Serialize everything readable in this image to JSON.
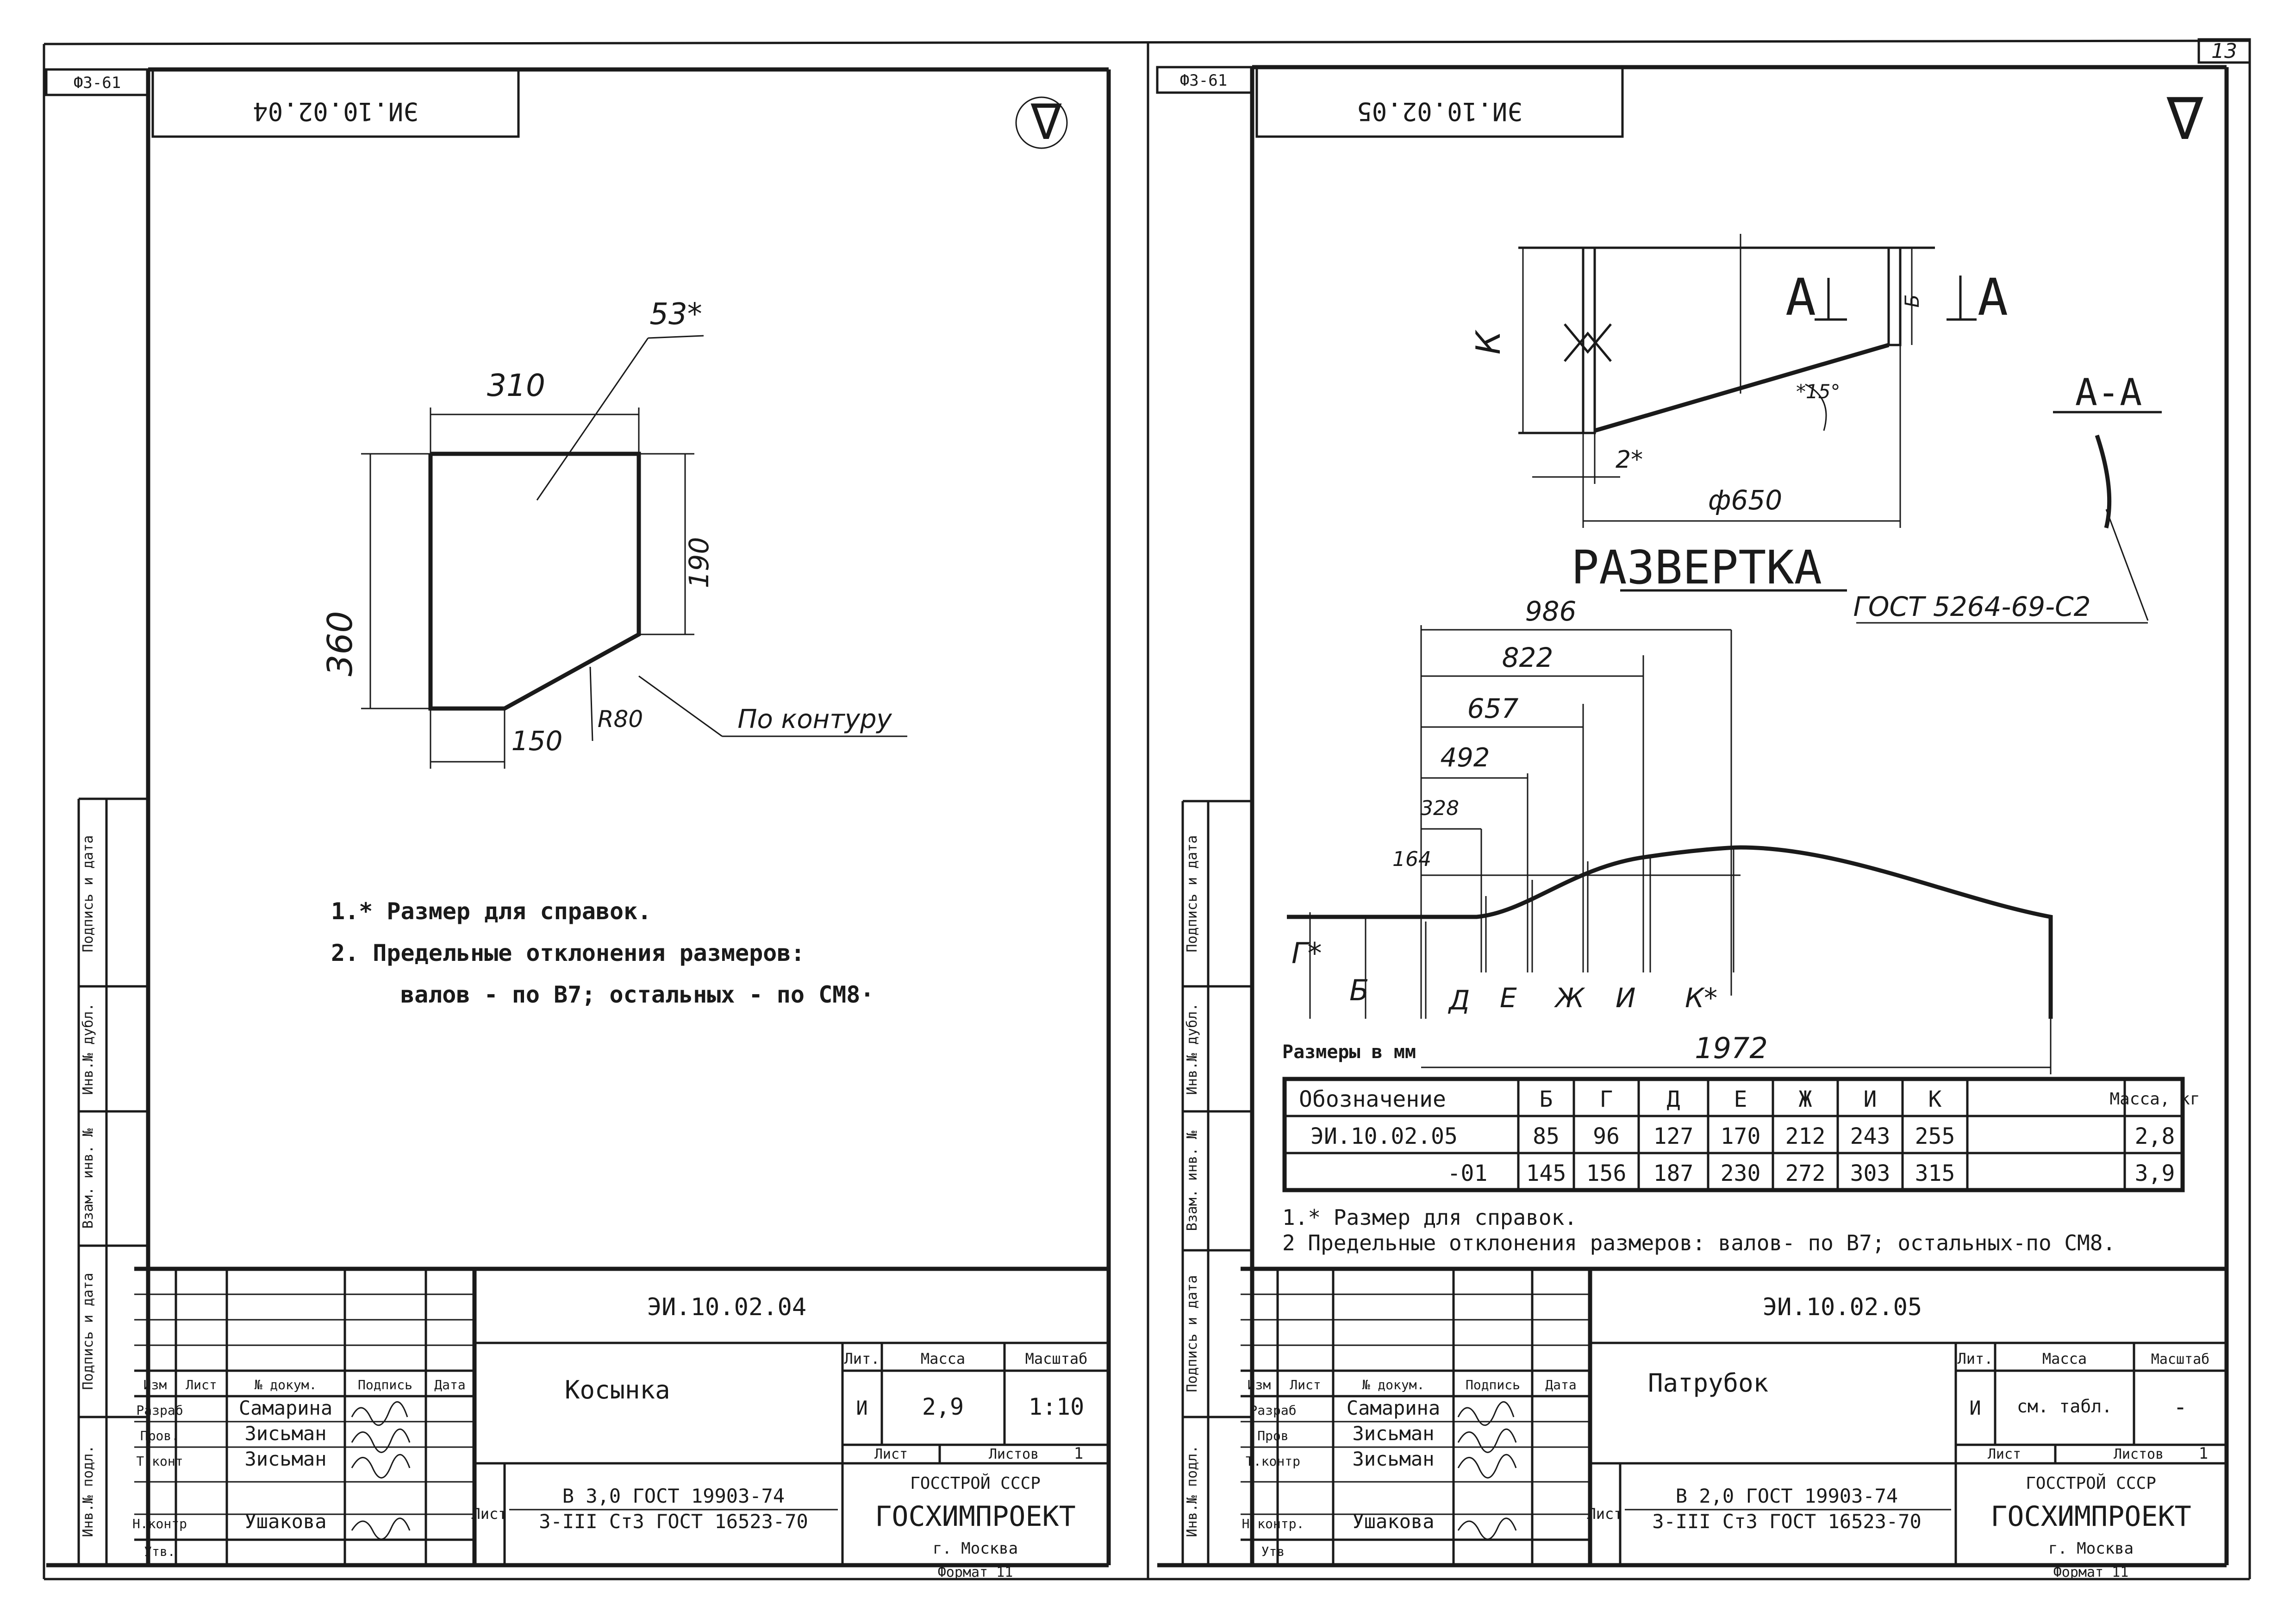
{
  "page_number": "13",
  "left_sheet": {
    "corner_code": "Ф3-61",
    "top_code": "ЭИ.10.02.04",
    "roughness": "∇",
    "dims": {
      "d310": "310",
      "d360": "360",
      "d190": "190",
      "d150": "150",
      "d53": "53*",
      "r80": "R80",
      "contour": "По контуру"
    },
    "notes": {
      "n1": "1.* Размер для справок.",
      "n2": "2.   Предельные отклонения размеров:",
      "n3": "валов - по В7;   остальных - по СМ8·"
    },
    "side_labels": [
      "Подпись и дата",
      "Инв.№ дубл.",
      "Взам. инв. №",
      "Подпись и дата",
      "Инв.№ подл."
    ],
    "title_block": {
      "designation": "ЭИ.10.02.04",
      "name": "Косынка",
      "headers": [
        "Изм",
        "Лист",
        "№ докум.",
        "Подпись",
        "Дата"
      ],
      "people": [
        {
          "role": "Разраб",
          "name": "Самарина"
        },
        {
          "role": "Пров.",
          "name": "Зисьман"
        },
        {
          "role": "Т.конт",
          "name": "Зисьман"
        },
        {
          "role": "Н.контр",
          "name": "Ушакова"
        },
        {
          "role": "Утв.",
          "name": ""
        }
      ],
      "lit_label": "Лит.",
      "mass_label": "Масса",
      "scale_label": "Масштаб",
      "lit": "И",
      "mass": "2,9",
      "scale": "1:10",
      "sheet_label": "Лист",
      "sheets_label": "Листов",
      "sheets": "1",
      "material_label": "Лист",
      "material1": "В 3,0 ГОСТ 19903-74",
      "material2": "3-III Ст3 ГОСТ 16523-70",
      "org": "ГОССТРОЙ СССР",
      "org2": "ГОСХИМПРОЕКТ",
      "city": "г. Москва",
      "format": "Формат 11"
    }
  },
  "right_sheet": {
    "corner_code": "Ф3-61",
    "top_code": "ЭИ.10.02.05",
    "roughness": "∇",
    "labels": {
      "dia": "ф650",
      "k": "К",
      "b": "Б",
      "two": "2*",
      "a_left": "A",
      "a_right": "A",
      "section": "А-А",
      "unfold": "РАЗВЕРТКА",
      "gost": "ГОСТ 5264-69-С2",
      "angle": "*15°"
    },
    "unfold_dims": [
      "986",
      "822",
      "657",
      "492",
      "328",
      "164"
    ],
    "unfold_letters": [
      "Г*",
      "Б",
      "Д",
      "Е",
      "Ж",
      "И",
      "К*"
    ],
    "length": "1972",
    "sizes_note": "Размеры в мм",
    "table": {
      "headers": [
        "Обозначение",
        "Б",
        "Г",
        "Д",
        "Е",
        "Ж",
        "И",
        "К",
        "Масса, кг"
      ],
      "rows": [
        [
          "ЭИ.10.02.05",
          "85",
          "96",
          "127",
          "170",
          "212",
          "243",
          "255",
          "2,8"
        ],
        [
          "-01",
          "145",
          "156",
          "187",
          "230",
          "272",
          "303",
          "315",
          "3,9"
        ]
      ]
    },
    "notes": {
      "n1": "1.* Размер для справок.",
      "n2": "2   Предельные отклонения размеров: валов- по В7; остальных-по СМ8."
    },
    "side_labels": [
      "Подпись и дата",
      "Инв.№ дубл.",
      "Взам. инв. №",
      "Подпись и дата",
      "Инв.№ подл."
    ],
    "title_block": {
      "designation": "ЭИ.10.02.05",
      "name": "Патрубок",
      "headers": [
        "Изм",
        "Лист",
        "№ докум.",
        "Подпись",
        "Дата"
      ],
      "people": [
        {
          "role": "Разраб",
          "name": "Самарина"
        },
        {
          "role": "Пров",
          "name": "Зисьман"
        },
        {
          "role": "Т.контр",
          "name": "Зисьман"
        },
        {
          "role": "Н.контр.",
          "name": "Ушакова"
        },
        {
          "role": "Утв",
          "name": ""
        }
      ],
      "lit_label": "Лит.",
      "mass_label": "Масса",
      "scale_label": "Масштаб",
      "lit": "И",
      "mass": "см. табл.",
      "scale": "-",
      "sheet_label": "Лист",
      "sheets_label": "Листов",
      "sheets": "1",
      "material_label": "Лист",
      "material1": "В 2,0 ГОСТ 19903-74",
      "material2": "3-III Ст3 ГОСТ 16523-70",
      "org": "ГОССТРОЙ СССР",
      "org2": "ГОСХИМПРОЕКТ",
      "city": "г. Москва",
      "format": "Формат 11"
    }
  }
}
